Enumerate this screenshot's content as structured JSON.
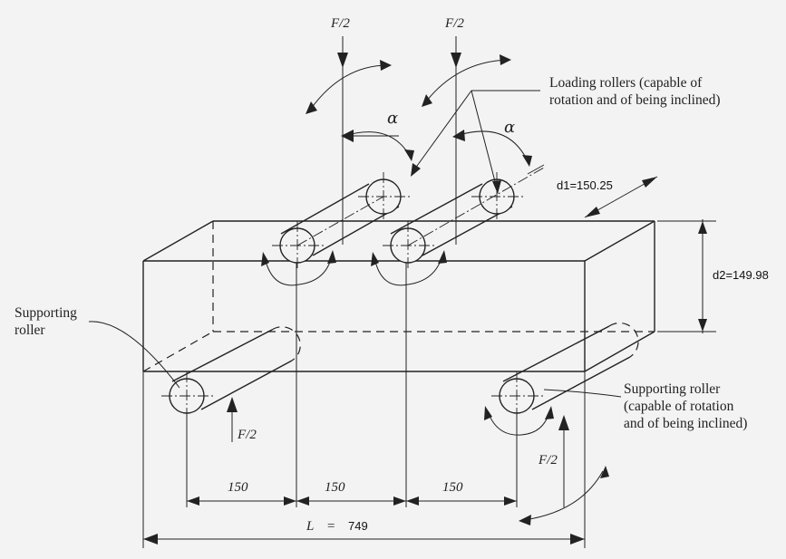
{
  "labels": {
    "force_half": "F/2",
    "alpha": "α",
    "loading_rollers_line1": "Loading rollers (capable of",
    "loading_rollers_line2": "rotation and of being inclined)",
    "supporting_roller_left_line1": "Supporting",
    "supporting_roller_left_line2": "roller",
    "supporting_roller_right_line1": "Supporting roller",
    "supporting_roller_right_line2": "(capable of rotation",
    "supporting_roller_right_line3": "and of being inclined)"
  },
  "dimensions": {
    "d1": "d1=150.25",
    "d2": "d2=149.98",
    "span_1": "150",
    "span_2": "150",
    "span_3": "150",
    "length_symbol": "L",
    "length_eq": "=",
    "length_value": "749"
  },
  "colors": {
    "ink": "#222222",
    "paper": "#f3f3f3"
  }
}
